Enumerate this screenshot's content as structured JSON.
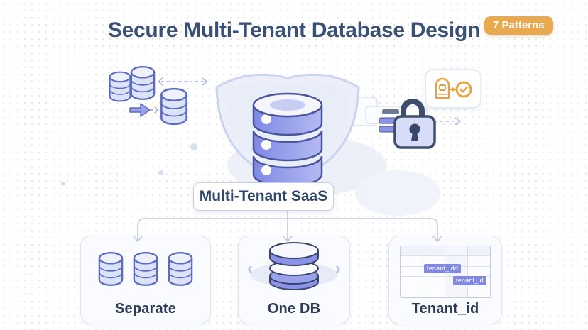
{
  "title": "Secure Multi-Tenant Database Design",
  "badge": {
    "label": "7 Patterns",
    "color": "#E9A94E"
  },
  "hero": {
    "label": "Multi-Tenant SaaS",
    "shield_icon": "shield-with-database",
    "left_illustration": "databases-consolidation-arrows",
    "right_illustration": "security-lock-with-compliance-check"
  },
  "patterns": [
    {
      "label": "Separate",
      "icon": "three-separate-databases"
    },
    {
      "label": "One DB",
      "icon": "single-shared-database-stack"
    },
    {
      "label": "Tenant_id",
      "icon": "table-with-tenant-id-cells"
    }
  ],
  "table": {
    "rows": 5,
    "cols": 4,
    "chips": [
      {
        "label": "tenant_idd"
      },
      {
        "label": "tenant_id"
      }
    ]
  },
  "icons": {
    "chevron_left": "‹",
    "chevron_right": "›",
    "check": "✓"
  },
  "colors": {
    "accent_orange": "#E9A94E",
    "primary_purple": "#8B93E8",
    "navy_outline": "#3D4E6B",
    "title_text": "#3A5176",
    "card_border": "#E0E5F4"
  }
}
